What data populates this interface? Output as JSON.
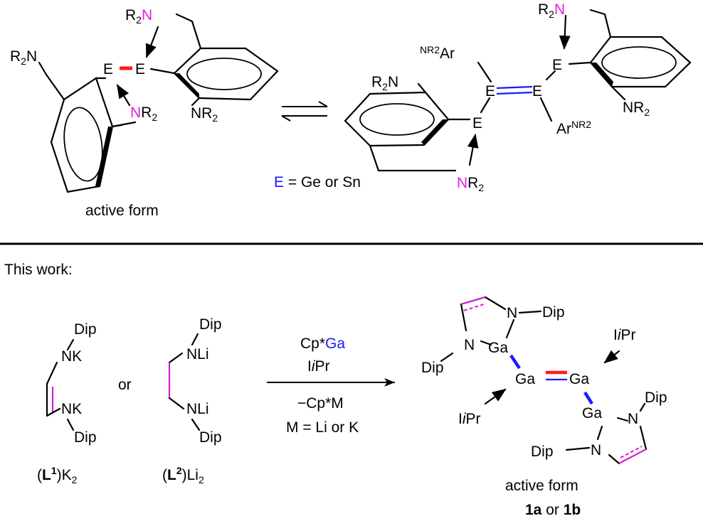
{
  "colors": {
    "text": "#000000",
    "element_E": "#1a1aff",
    "nitrogen_donor": "#e61ee6",
    "active": "#ff1a1a",
    "backbone": "#d61ed6"
  },
  "top": {
    "monomer": {
      "r2n_left": "R",
      "r2n_left_sub": "2",
      "r2n_left_N": "N",
      "r2n_top_R": "R",
      "r2n_top_sub": "2",
      "r2n_top_N": "N",
      "e1": "E",
      "e2": "E",
      "nr2_pink_N": "N",
      "nr2_pink_R": "R",
      "nr2_pink_sub": "2",
      "nr2_right": "NR",
      "nr2_right_sub": "2",
      "caption": "active form"
    },
    "definition": {
      "e": "E",
      "text": " = Ge or Sn"
    },
    "dimer": {
      "top_R": "R",
      "top_sub": "2",
      "top_N": "N",
      "ar_left_sup": "NR2",
      "ar_left": "Ar",
      "r2n_left_R": "R",
      "r2n_left_sub": "2",
      "r2n_left_N": "N",
      "e_top": "E",
      "e_mid_l": "E",
      "e_mid_r": "E",
      "e_low": "E",
      "nr2_right": "NR",
      "nr2_right_sub": "2",
      "ar_right": "Ar",
      "ar_right_sup": "NR2",
      "nr2_bottom_N": "N",
      "nr2_bottom_R": "R",
      "nr2_bottom_sub": "2"
    }
  },
  "bottom": {
    "heading": "This work:",
    "l1": {
      "dip_top": "Dip",
      "nk_top": "NK",
      "nk_bottom": "NK",
      "dip_bottom": "Dip",
      "label_open": "(",
      "label_L": "L",
      "label_sup": "1",
      "label_close": ")K",
      "label_sub": "2"
    },
    "or_middle": "or",
    "l2": {
      "dip_top": "Dip",
      "nli_top": "NLi",
      "nli_bottom": "NLi",
      "dip_bottom": "Dip",
      "label_open": "(",
      "label_L": "L",
      "label_sup": "2",
      "label_close": ")Li",
      "label_sub": "2"
    },
    "arrow": {
      "reagent_a": "Cp*",
      "reagent_a_el": "Ga",
      "reagent_b": "I",
      "reagent_b_i": "i",
      "reagent_b_end": "Pr",
      "byproduct": "−Cp*M",
      "condition": "M = Li or K"
    },
    "product": {
      "n_top": "N",
      "dip_top": "Dip",
      "n_left": "N",
      "ga_top": "Ga",
      "dip_left": "Dip",
      "ipr_top_a": "I",
      "ipr_top_i": "i",
      "ipr_top_b": "Pr",
      "ga_center_l": "Ga",
      "ga_center_r": "Ga",
      "ipr_bot_a": "I",
      "ipr_bot_i": "i",
      "ipr_bot_b": "Pr",
      "ga_bottom": "Ga",
      "n_right": "N",
      "dip_right": "Dip",
      "dip_bottom": "Dip",
      "n_bottom": "N",
      "caption": "active form",
      "label_a": "1a",
      "label_or": " or ",
      "label_b": "1b"
    }
  }
}
